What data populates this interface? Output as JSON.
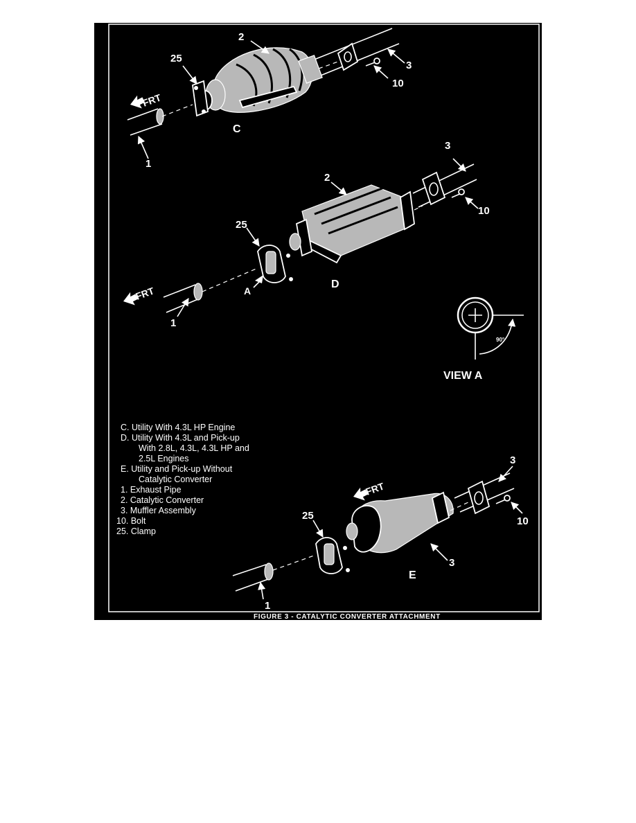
{
  "figure": {
    "caption": "FIGURE 3 - CATALYTIC CONVERTER ATTACHMENT",
    "views": {
      "C": "C",
      "D": "D",
      "E": "E",
      "view_a_title": "VIEW  A",
      "view_a_marker": "A",
      "angle": "90°"
    },
    "direction_label": "FRT",
    "callouts": {
      "exhaust_pipe": "1",
      "converter": "2",
      "muffler": "3",
      "bolt": "10",
      "clamp": "25"
    },
    "legend": [
      "C.  Utility With 4.3L HP Engine",
      "D.  Utility With 4.3L and Pick-up",
      "With 2.8L, 4.3L, 4.3L HP and",
      "2.5L Engines",
      "E.  Utility and Pick-up  Without",
      "Catalytic Converter",
      "1.  Exhaust Pipe",
      "2.  Catalytic Converter",
      "3.  Muffler Assembly",
      "10.  Bolt",
      "25.  Clamp"
    ]
  }
}
